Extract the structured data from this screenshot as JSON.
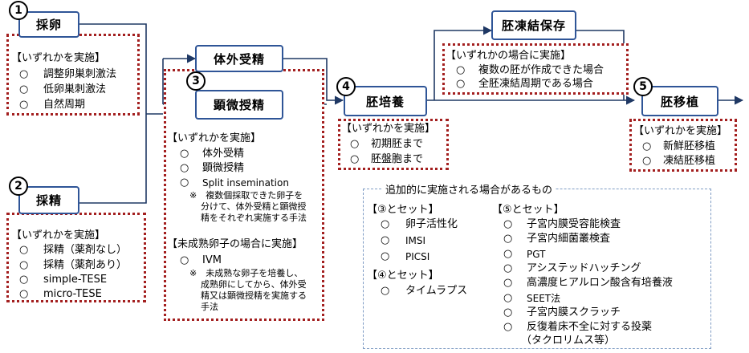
{
  "steps": {
    "egg_retrieval": {
      "num": "1",
      "label": "採卵"
    },
    "sperm_retrieval": {
      "num": "2",
      "label": "採精"
    },
    "ivf": {
      "label": "体外受精"
    },
    "icsi": {
      "num": "3",
      "label": "顕微授精"
    },
    "culture": {
      "num": "4",
      "label": "胚培養"
    },
    "freeze": {
      "label": "胚凍結保存"
    },
    "transfer": {
      "num": "5",
      "label": "胚移植"
    }
  },
  "panels": {
    "egg": {
      "header": "【いずれかを実施】",
      "items": [
        "調整卵巣刺激法",
        "低卵巣刺激法",
        "自然周期"
      ]
    },
    "sperm": {
      "header": "【いずれかを実施】",
      "items": [
        "採精（薬剤なし）",
        "採精（薬剤あり）",
        "simple-TESE",
        "micro-TESE"
      ]
    },
    "fert": {
      "header": "【いずれかを実施】",
      "items": [
        "体外受精",
        "顕微授精",
        "Split insemination"
      ],
      "note": [
        "※　複数個採取できた卵子を",
        "分けて、体外受精と顕微授",
        "精をそれぞれ実施する手法"
      ],
      "header2": "【未成熟卵子の場合に実施】",
      "items2": [
        "IVM"
      ],
      "note2": [
        "※　未成熟な卵子を培養し、",
        "成熟卵にしてから、体外受",
        "精又は顕微授精を実施する",
        "手法"
      ]
    },
    "culture": {
      "header": "【いずれかを実施】",
      "items": [
        "初期胚まで",
        "胚盤胞まで"
      ]
    },
    "freeze": {
      "header": "【いずれかの場合に実施】",
      "items": [
        "複数の胚が作成できた場合",
        "全胚凍結周期である場合"
      ]
    },
    "transfer": {
      "header": "【いずれかを実施】",
      "items": [
        "新鮮胚移植",
        "凍結胚移植"
      ]
    }
  },
  "additional": {
    "title": "追加的に実施される場合があるもの",
    "set3": {
      "header": "【③とセット】",
      "items": [
        "卵子活性化",
        "IMSI",
        "PICSI"
      ]
    },
    "set4": {
      "header": "【④とセット】",
      "items": [
        "タイムラプス"
      ]
    },
    "set5": {
      "header": "【⑤とセット】",
      "items": [
        "子宮内膜受容能検査",
        "子宮内細菌叢検査",
        "PGT",
        "アシステッドハッチング",
        "高濃度ヒアルロン酸含有培養液",
        "SEET法",
        "子宮内膜スクラッチ",
        "反復着床不全に対する投薬"
      ],
      "tail": "（タクロリムス等）"
    }
  },
  "bullet": "○"
}
